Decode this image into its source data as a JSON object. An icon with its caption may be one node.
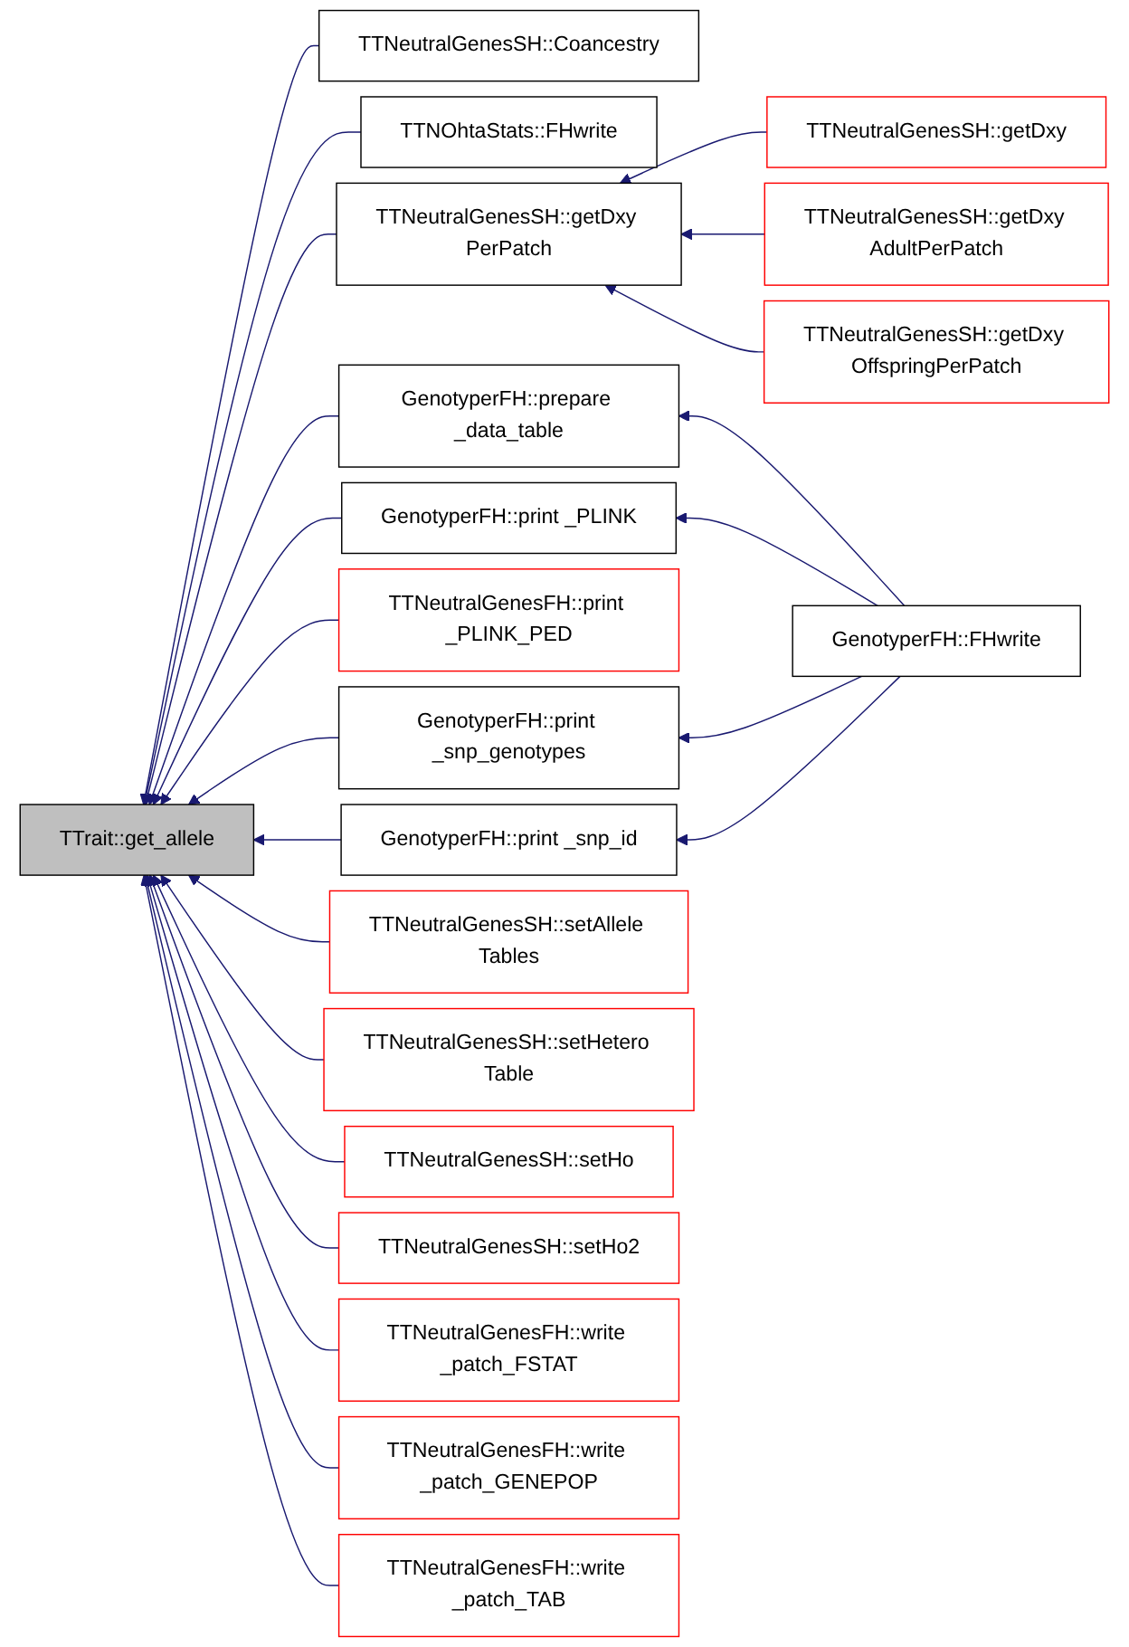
{
  "diagram": {
    "nodes": [
      {
        "text": [
          "TTNeutralGenesSH::Coancestry"
        ]
      },
      {
        "text": [
          "TTNOhtaStats::FHwrite"
        ]
      },
      {
        "text": [
          "TTNeutralGenesSH::getDxy"
        ]
      },
      {
        "text": [
          "TTNeutralGenesSH::getDxy PerPatch"
        ]
      },
      {
        "text": [
          "TTNeutralGenesSH::getDxy AdultPerPatch"
        ]
      },
      {
        "text": [
          "TTNeutralGenesSH::getDxy OffspringPerPatch"
        ]
      },
      {
        "text": [
          "GenotyperFH::prepare _data_table"
        ]
      },
      {
        "text": [
          "GenotyperFH::print _PLINK"
        ]
      },
      {
        "text": [
          "GenotyperFH::FHwrite"
        ]
      },
      {
        "text": [
          "TTNeutralGenesFH::print _PLINK_PED"
        ]
      },
      {
        "text": [
          "GenotyperFH::print _snp_genotypes"
        ]
      },
      {
        "text": [
          "GenotyperFH::print _snp_id"
        ]
      },
      {
        "text": [
          "TTrait::get_allele"
        ]
      },
      {
        "text": [
          "TTNeutralGenesSH::setAllele Tables"
        ]
      },
      {
        "text": [
          "TTNeutralGenesSH::setHetero Table"
        ]
      },
      {
        "text": [
          "TTNeutralGenesSH::setHo"
        ]
      },
      {
        "text": [
          "TTNeutralGenesSH::setHo2"
        ]
      },
      {
        "text": [
          "TTNeutralGenesFH::write _patch_FSTAT"
        ]
      },
      {
        "text": [
          "TTNeutralGenesFH::write _patch_GENEPOP"
        ]
      },
      {
        "text": [
          "TTNeutralGenesFH::write _patch_TAB"
        ]
      }
    ],
    "edges": [
      {
        "from": 0,
        "to": 12,
        "arrow": "to"
      },
      {
        "from": 1,
        "to": 12,
        "arrow": "to"
      },
      {
        "from": 2,
        "to": 3,
        "arrow": "to"
      },
      {
        "from": 4,
        "to": 3,
        "arrow": "to"
      },
      {
        "from": 5,
        "to": 3,
        "arrow": "to"
      },
      {
        "from": 3,
        "to": 12,
        "arrow": "to"
      },
      {
        "from": 8,
        "to": 6,
        "arrow": "to"
      },
      {
        "from": 8,
        "to": 7,
        "arrow": "to"
      },
      {
        "from": 8,
        "to": 10,
        "arrow": "to"
      },
      {
        "from": 8,
        "to": 11,
        "arrow": "to"
      },
      {
        "from": 6,
        "to": 12,
        "arrow": "to"
      },
      {
        "from": 7,
        "to": 12,
        "arrow": "to"
      },
      {
        "from": 9,
        "to": 12,
        "arrow": "to"
      },
      {
        "from": 10,
        "to": 12,
        "arrow": "to"
      },
      {
        "from": 11,
        "to": 12,
        "arrow": "to"
      },
      {
        "from": 13,
        "to": 12,
        "arrow": "to"
      },
      {
        "from": 14,
        "to": 12,
        "arrow": "to"
      },
      {
        "from": 15,
        "to": 12,
        "arrow": "to"
      },
      {
        "from": 16,
        "to": 12,
        "arrow": "to"
      },
      {
        "from": 17,
        "to": 12,
        "arrow": "to"
      },
      {
        "from": 18,
        "to": 12,
        "arrow": "to"
      },
      {
        "from": 19,
        "to": 12,
        "arrow": "to"
      }
    ]
  }
}
